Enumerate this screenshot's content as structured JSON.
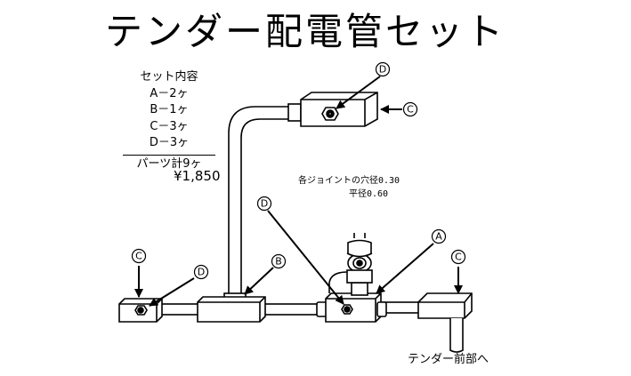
{
  "title": "テンダー配電管セット",
  "parts_list": {
    "heading": "セット内容",
    "items": [
      "A－2ヶ",
      "B－1ヶ",
      "C－3ヶ",
      "D－3ヶ"
    ],
    "total": "パーツ計9ヶ"
  },
  "price": "¥1,850",
  "notes": {
    "joint_hole": "各ジョイントの穴径0.30",
    "flat_hole": "平径0.60"
  },
  "destination": "テンダー前部へ",
  "callouts": {
    "a": "A",
    "b": "B",
    "c": "C",
    "d": "D"
  }
}
